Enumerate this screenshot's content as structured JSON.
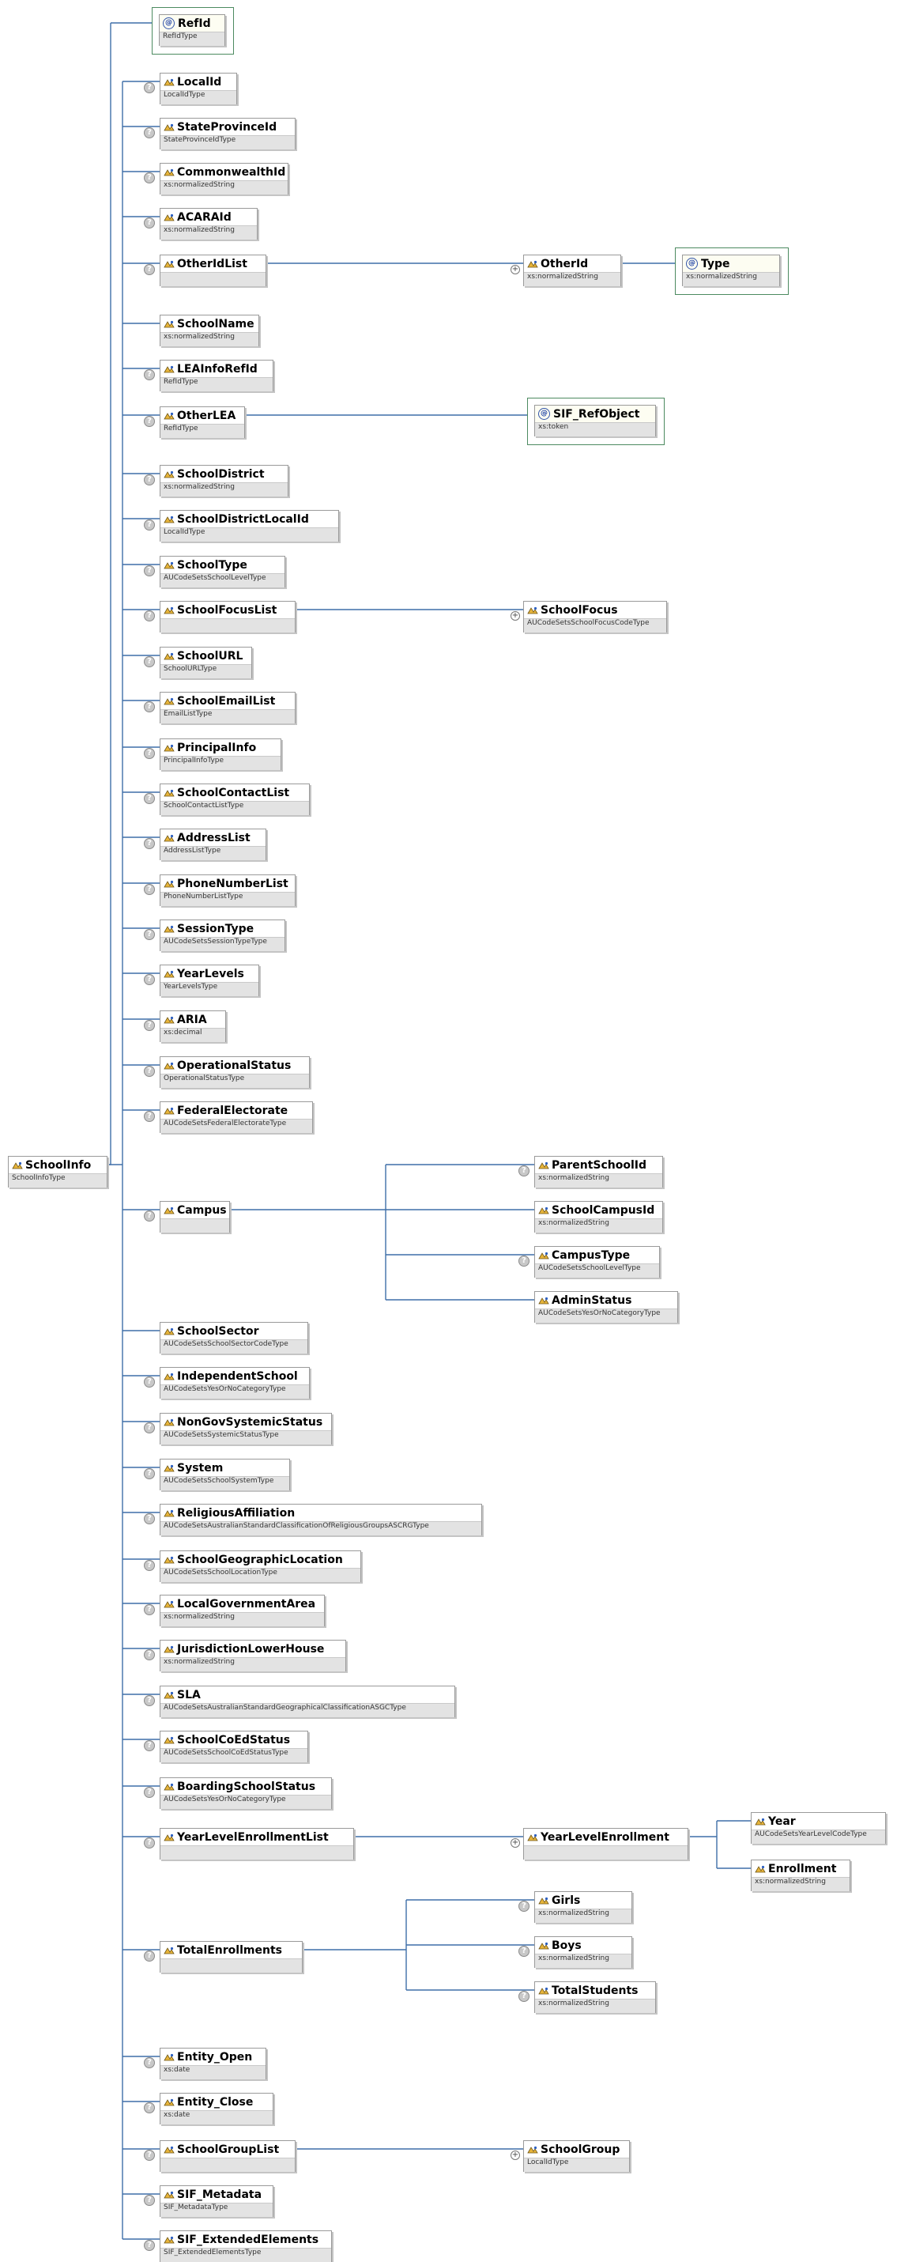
{
  "root": {
    "name": "SchoolInfo",
    "type": "SchoolInfoType"
  },
  "attribute": {
    "name": "RefId",
    "type": "RefIdType"
  },
  "elements": [
    {
      "name": "LocalId",
      "type": "LocalIdType",
      "optional": true
    },
    {
      "name": "StateProvinceId",
      "type": "StateProvinceIdType",
      "optional": true
    },
    {
      "name": "CommonwealthId",
      "type": "xs:normalizedString",
      "optional": true
    },
    {
      "name": "ACARAId",
      "type": "xs:normalizedString",
      "optional": true
    },
    {
      "name": "OtherIdList",
      "type": "",
      "optional": true,
      "child": {
        "name": "OtherId",
        "type": "xs:normalizedString",
        "repeat": true,
        "attribute": {
          "name": "Type",
          "type": "xs:normalizedString"
        }
      }
    },
    {
      "name": "SchoolName",
      "type": "xs:normalizedString",
      "optional": false
    },
    {
      "name": "LEAInfoRefId",
      "type": "RefIdType",
      "optional": true
    },
    {
      "name": "OtherLEA",
      "type": "RefIdType",
      "optional": true,
      "attribute": {
        "name": "SIF_RefObject",
        "type": "xs:token"
      }
    },
    {
      "name": "SchoolDistrict",
      "type": "xs:normalizedString",
      "optional": true
    },
    {
      "name": "SchoolDistrictLocalId",
      "type": "LocalIdType",
      "optional": true
    },
    {
      "name": "SchoolType",
      "type": "AUCodeSetsSchoolLevelType",
      "optional": true
    },
    {
      "name": "SchoolFocusList",
      "type": "",
      "optional": true,
      "child": {
        "name": "SchoolFocus",
        "type": "AUCodeSetsSchoolFocusCodeType",
        "repeat": true
      }
    },
    {
      "name": "SchoolURL",
      "type": "SchoolURLType",
      "optional": true
    },
    {
      "name": "SchoolEmailList",
      "type": "EmailListType",
      "optional": true
    },
    {
      "name": "PrincipalInfo",
      "type": "PrincipalInfoType",
      "optional": true
    },
    {
      "name": "SchoolContactList",
      "type": "SchoolContactListType",
      "optional": true
    },
    {
      "name": "AddressList",
      "type": "AddressListType",
      "optional": true
    },
    {
      "name": "PhoneNumberList",
      "type": "PhoneNumberListType",
      "optional": true
    },
    {
      "name": "SessionType",
      "type": "AUCodeSetsSessionTypeType",
      "optional": true
    },
    {
      "name": "YearLevels",
      "type": "YearLevelsType",
      "optional": true
    },
    {
      "name": "ARIA",
      "type": "xs:decimal",
      "optional": true
    },
    {
      "name": "OperationalStatus",
      "type": "OperationalStatusType",
      "optional": true
    },
    {
      "name": "FederalElectorate",
      "type": "AUCodeSetsFederalElectorateType",
      "optional": true
    },
    {
      "name": "Campus",
      "type": "",
      "optional": true,
      "children": [
        {
          "name": "ParentSchoolId",
          "type": "xs:normalizedString",
          "optional": true
        },
        {
          "name": "SchoolCampusId",
          "type": "xs:normalizedString",
          "optional": false
        },
        {
          "name": "CampusType",
          "type": "AUCodeSetsSchoolLevelType",
          "optional": true
        },
        {
          "name": "AdminStatus",
          "type": "AUCodeSetsYesOrNoCategoryType",
          "optional": false
        }
      ]
    },
    {
      "name": "SchoolSector",
      "type": "AUCodeSetsSchoolSectorCodeType",
      "optional": false
    },
    {
      "name": "IndependentSchool",
      "type": "AUCodeSetsYesOrNoCategoryType",
      "optional": true
    },
    {
      "name": "NonGovSystemicStatus",
      "type": "AUCodeSetsSystemicStatusType",
      "optional": true
    },
    {
      "name": "System",
      "type": "AUCodeSetsSchoolSystemType",
      "optional": true
    },
    {
      "name": "ReligiousAffiliation",
      "type": "AUCodeSetsAustralianStandardClassificationOfReligiousGroupsASCRGType",
      "optional": true
    },
    {
      "name": "SchoolGeographicLocation",
      "type": "AUCodeSetsSchoolLocationType",
      "optional": true
    },
    {
      "name": "LocalGovernmentArea",
      "type": "xs:normalizedString",
      "optional": true
    },
    {
      "name": "JurisdictionLowerHouse",
      "type": "xs:normalizedString",
      "optional": true
    },
    {
      "name": "SLA",
      "type": "AUCodeSetsAustralianStandardGeographicalClassificationASGCType",
      "optional": true
    },
    {
      "name": "SchoolCoEdStatus",
      "type": "AUCodeSetsSchoolCoEdStatusType",
      "optional": true
    },
    {
      "name": "BoardingSchoolStatus",
      "type": "AUCodeSetsYesOrNoCategoryType",
      "optional": true
    },
    {
      "name": "YearLevelEnrollmentList",
      "type": "",
      "optional": true,
      "child": {
        "name": "YearLevelEnrollment",
        "type": "",
        "repeat": true,
        "children": [
          {
            "name": "Year",
            "type": "AUCodeSetsYearLevelCodeType",
            "optional": false
          },
          {
            "name": "Enrollment",
            "type": "xs:normalizedString",
            "optional": false
          }
        ]
      }
    },
    {
      "name": "TotalEnrollments",
      "type": "",
      "optional": true,
      "children": [
        {
          "name": "Girls",
          "type": "xs:normalizedString",
          "optional": true
        },
        {
          "name": "Boys",
          "type": "xs:normalizedString",
          "optional": true
        },
        {
          "name": "TotalStudents",
          "type": "xs:normalizedString",
          "optional": true
        }
      ]
    },
    {
      "name": "Entity_Open",
      "type": "xs:date",
      "optional": true
    },
    {
      "name": "Entity_Close",
      "type": "xs:date",
      "optional": true
    },
    {
      "name": "SchoolGroupList",
      "type": "",
      "optional": true,
      "child": {
        "name": "SchoolGroup",
        "type": "LocalIdType",
        "repeat": true
      }
    },
    {
      "name": "SIF_Metadata",
      "type": "SIF_MetadataType",
      "optional": true
    },
    {
      "name": "SIF_ExtendedElements",
      "type": "SIF_ExtendedElementsType",
      "optional": true
    }
  ],
  "colors": {
    "line": "#3f6fa8",
    "attr_border": "#4c8a60",
    "type_bar": "#e3e3e3"
  },
  "icons": {
    "element": "element-icon",
    "attribute": "at-sign-icon",
    "optional": "question-mark-icon",
    "expand": "plus-icon"
  },
  "glyphs": {
    "optional": "?",
    "expand": "+",
    "attribute": "@"
  }
}
